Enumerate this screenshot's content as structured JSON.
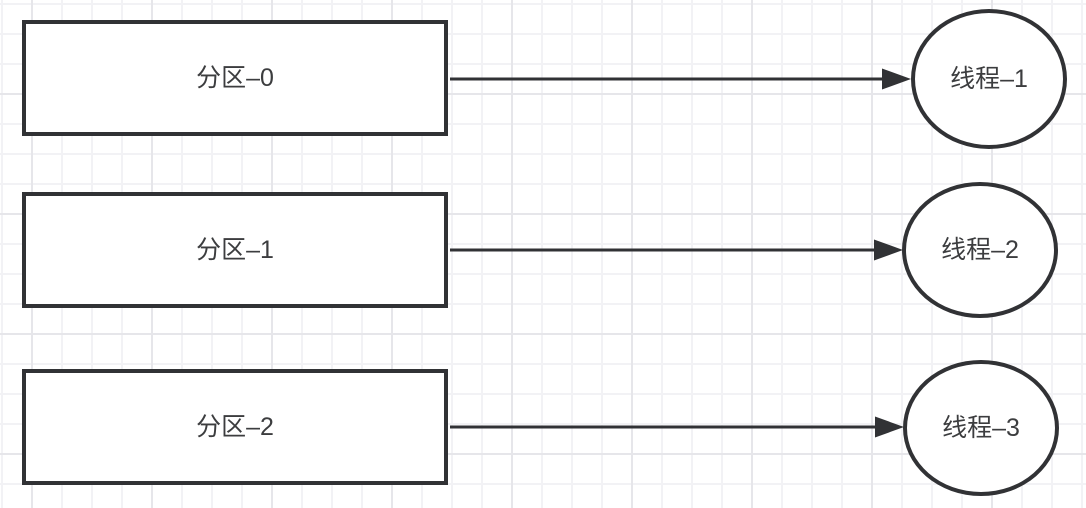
{
  "diagram": {
    "type": "flowchart",
    "colors": {
      "shape_stroke": "#313235",
      "shape_fill": "#ffffff",
      "text": "#3c3d3f",
      "grid_minor": "#f2f2f5",
      "grid_major": "#e6e6ea",
      "canvas_background": "#ffffff"
    },
    "partitions": [
      {
        "label": "分区–0"
      },
      {
        "label": "分区–1"
      },
      {
        "label": "分区–2"
      }
    ],
    "threads": [
      {
        "label": "线程–1"
      },
      {
        "label": "线程–2"
      },
      {
        "label": "线程–3"
      }
    ],
    "edges": [
      {
        "from": "分区–0",
        "to": "线程–1",
        "style": "solid-arrow"
      },
      {
        "from": "分区–1",
        "to": "线程–2",
        "style": "solid-arrow"
      },
      {
        "from": "分区–2",
        "to": "线程–3",
        "style": "solid-arrow"
      }
    ]
  }
}
